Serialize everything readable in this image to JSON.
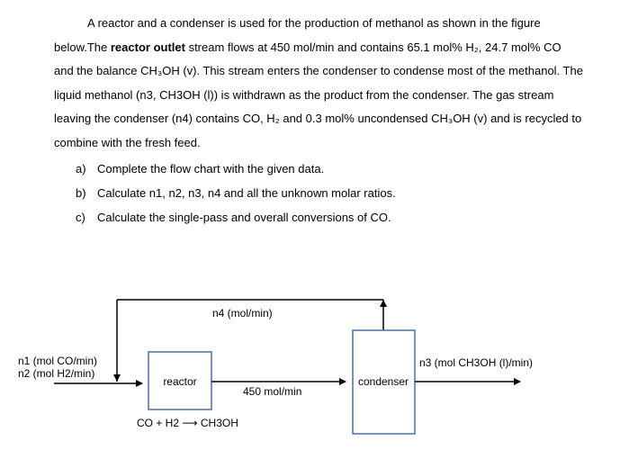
{
  "problem": {
    "lines": [
      [
        {
          "t": "A reactor and a condenser is used for the production of methanol as shown in the figure"
        }
      ],
      [
        {
          "t": "below.The "
        },
        {
          "t": "reactor outlet",
          "b": true
        },
        {
          "t": " stream flows at 450 mol/min and contains 65.1 mol% H₂, 24.7 mol% CO"
        }
      ],
      [
        {
          "t": "and the balance CH₃OH (v). This stream enters the condenser to condense most of the methanol. The"
        }
      ],
      [
        {
          "t": "liquid methanol (n3, CH3OH (l)) is withdrawn as the product from the condenser. The gas stream"
        }
      ],
      [
        {
          "t": "leaving the condenser (n4) contains CO, H₂ and 0.3 mol% uncondensed CH₃OH (v) and is recycled to"
        }
      ],
      [
        {
          "t": "combine with the fresh feed."
        }
      ]
    ],
    "tasks": [
      {
        "marker": "a)",
        "text": "Complete the flow chart with the given data."
      },
      {
        "marker": "b)",
        "text": "Calculate n1, n2, n3, n4 and all the unknown molar ratios."
      },
      {
        "marker": "c)",
        "text": "Calculate the single-pass and overall conversions of CO."
      }
    ]
  },
  "diagram": {
    "feed_label_1": "n1 (mol CO/min)",
    "feed_label_2": "n2 (mol H2/min)",
    "recycle_label": "n4 (mol/min)",
    "reactor_label": "reactor",
    "reaction_label": "CO + H2 ⟶ CH3OH",
    "outlet_label": "450 mol/min",
    "condenser_label": "condenser",
    "product_label": "n3 (mol CH3OH (l)/min)",
    "colors": {
      "box_border": "#4a6fa5",
      "line": "#000000"
    }
  }
}
